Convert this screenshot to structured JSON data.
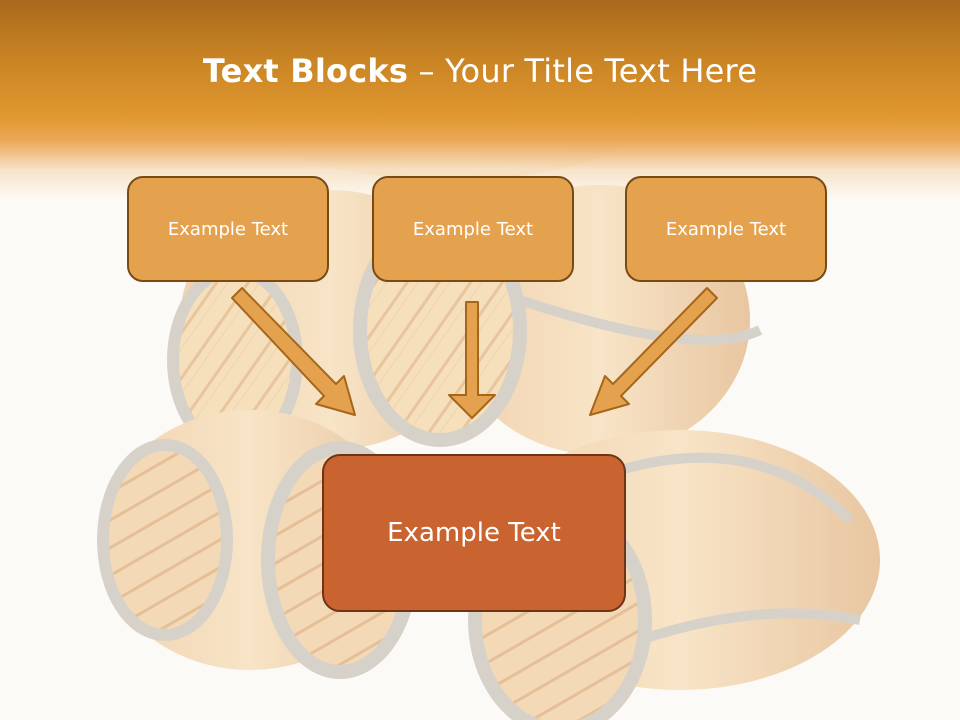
{
  "slide": {
    "title_bold": "Text Blocks",
    "title_dash": " – ",
    "title_rest": "Your Title Text Here"
  },
  "blocks": [
    {
      "label": "Example Text"
    },
    {
      "label": "Example Text"
    },
    {
      "label": "Example Text"
    }
  ],
  "target": {
    "label": "Example Text"
  },
  "colors": {
    "header_orange": "#e0972f",
    "block_fill": "#e5a24e",
    "block_border": "#7a4a15",
    "target_fill": "#c96431",
    "arrow_fill": "#e5a24e"
  },
  "background": {
    "image": "wooden-barrels-stack"
  }
}
